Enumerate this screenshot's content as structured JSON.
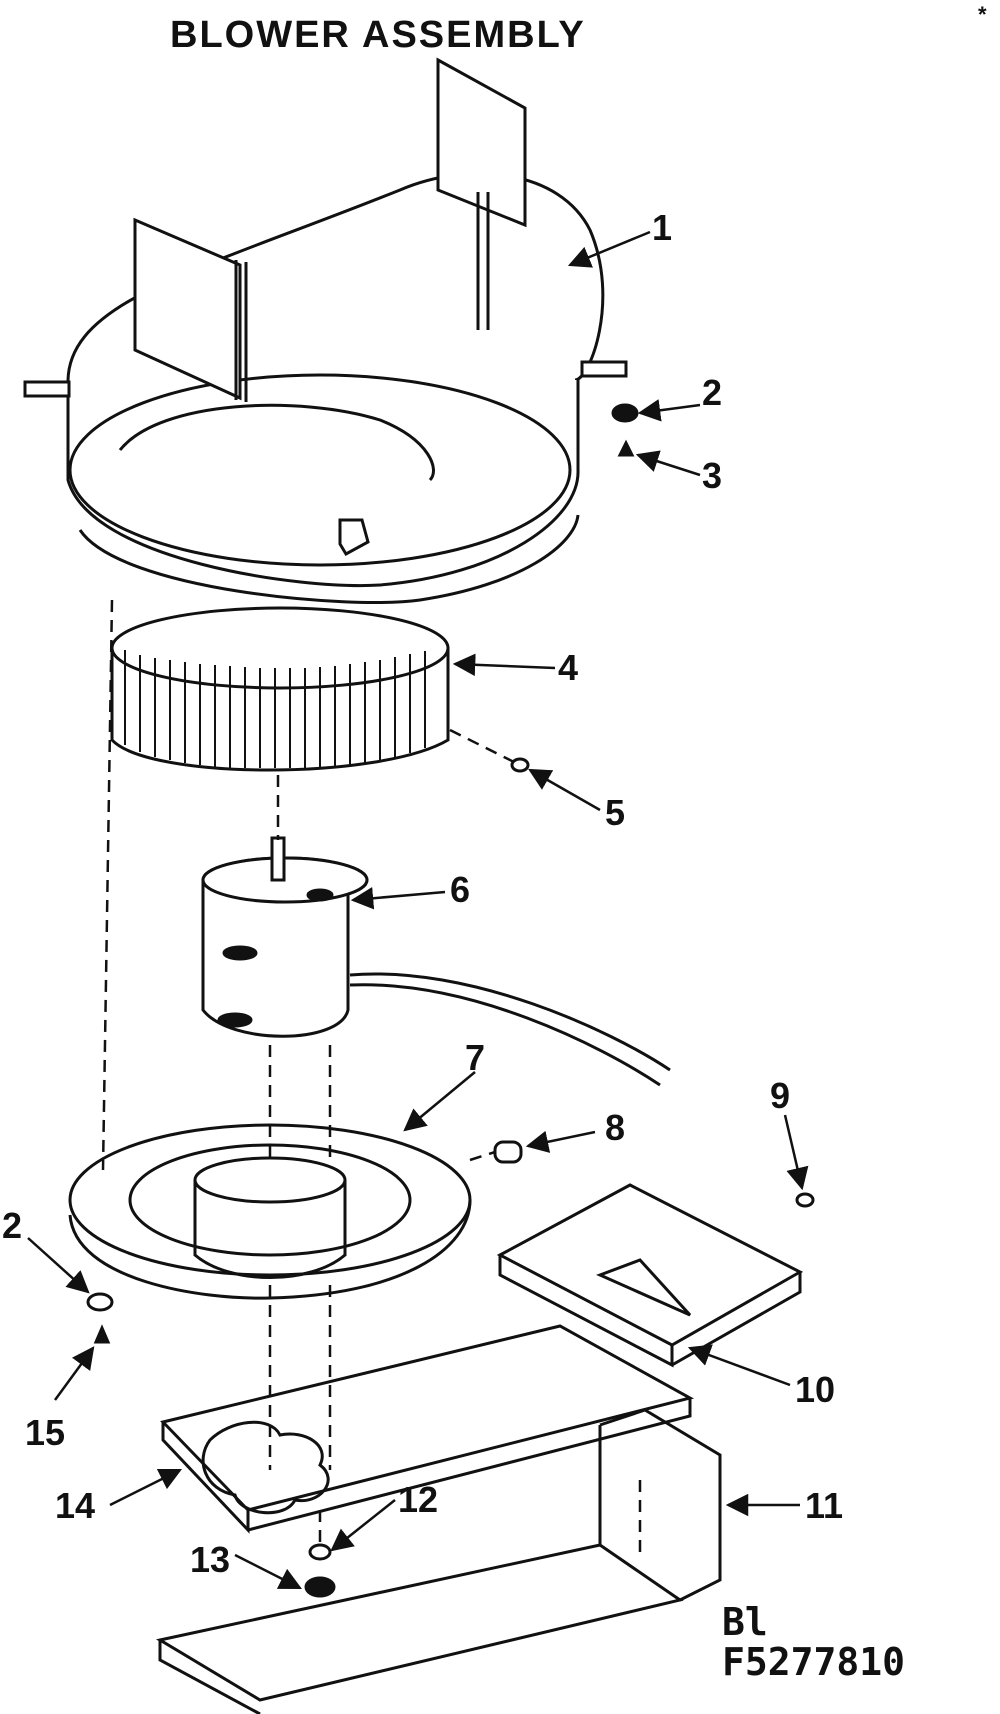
{
  "title": "BLOWER ASSEMBLY",
  "corner_mark": "*",
  "callouts": {
    "c1": "1",
    "c2a": "2",
    "c3": "3",
    "c4": "4",
    "c5": "5",
    "c6": "6",
    "c7": "7",
    "c8": "8",
    "c9": "9",
    "c10": "10",
    "c11": "11",
    "c12": "12",
    "c13": "13",
    "c14": "14",
    "c15": "15",
    "c2b": "2"
  },
  "code": {
    "line1": "Bl",
    "line2": "F5277810"
  },
  "colors": {
    "ink": "#111111",
    "paper": "#ffffff"
  }
}
